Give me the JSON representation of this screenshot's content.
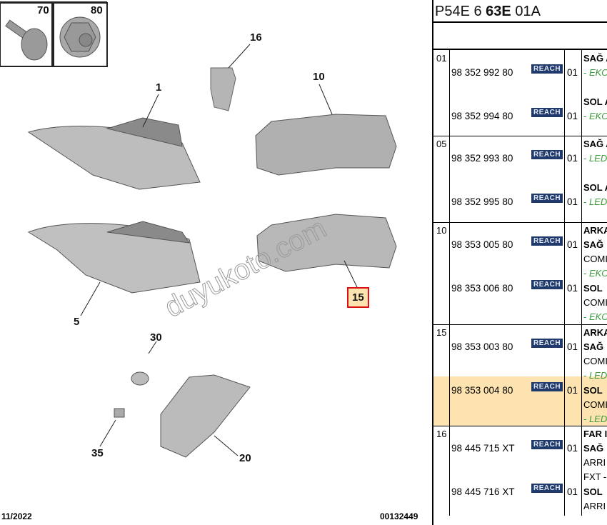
{
  "diagram": {
    "callouts": [
      "70",
      "80",
      "16",
      "1",
      "10",
      "5",
      "15",
      "30",
      "35",
      "20"
    ],
    "highlighted_callout": "15",
    "watermark": "duyukoto.com",
    "date": "11/2022",
    "ref_code": "00132449"
  },
  "panel": {
    "title_prefix": "P54E 6 ",
    "title_bold": "63E",
    "title_suffix": " 01A",
    "badge": "REACH",
    "groups": [
      {
        "ref": "01",
        "rows": [
          {
            "part": "98 352 992 80",
            "qty": "01",
            "lines": [
              {
                "t": "SAĞ A",
                "c": "b"
              },
              {
                "t": "- EKO",
                "c": "g"
              }
            ]
          },
          {
            "part": "98 352 994 80",
            "qty": "01",
            "lines": [
              {
                "t": "SOL A",
                "c": "b"
              },
              {
                "t": "- EKO",
                "c": "g"
              }
            ]
          }
        ]
      },
      {
        "ref": "05",
        "rows": [
          {
            "part": "98 352 993 80",
            "qty": "01",
            "lines": [
              {
                "t": "SAĞ A",
                "c": "b"
              },
              {
                "t": "- LED",
                "c": "g"
              }
            ]
          },
          {
            "part": "98 352 995 80",
            "qty": "01",
            "lines": [
              {
                "t": "SOL A",
                "c": "b"
              },
              {
                "t": "- LED",
                "c": "g"
              }
            ]
          }
        ]
      },
      {
        "ref": "10",
        "header": "ARKA",
        "rows": [
          {
            "part": "98 353 005 80",
            "qty": "01",
            "lines": [
              {
                "t": "SAĞ",
                "c": "b"
              },
              {
                "t": "COMI",
                "c": ""
              },
              {
                "t": "- EKO",
                "c": "g"
              }
            ]
          },
          {
            "part": "98 353 006 80",
            "qty": "01",
            "lines": [
              {
                "t": "SOL",
                "c": "b"
              },
              {
                "t": "COMI",
                "c": ""
              },
              {
                "t": "- EKO",
                "c": "g"
              }
            ]
          }
        ]
      },
      {
        "ref": "15",
        "header": "ARKA",
        "rows": [
          {
            "part": "98 353 003 80",
            "qty": "01",
            "lines": [
              {
                "t": "SAĞ",
                "c": "b"
              },
              {
                "t": "COMI",
                "c": ""
              },
              {
                "t": "- LED",
                "c": "g"
              }
            ]
          },
          {
            "part": "98 353 004 80",
            "qty": "01",
            "selected": true,
            "lines": [
              {
                "t": "SOL",
                "c": "b"
              },
              {
                "t": "COMI",
                "c": ""
              },
              {
                "t": "- LED",
                "c": "g"
              }
            ]
          }
        ]
      },
      {
        "ref": "16",
        "header": "FAR I",
        "rows": [
          {
            "part": "98 445 715 XT",
            "qty": "01",
            "lines": [
              {
                "t": "SAĞ",
                "c": "b"
              },
              {
                "t": "ARRI",
                "c": ""
              },
              {
                "t": "FXT -",
                "c": ""
              }
            ]
          },
          {
            "part": "98 445 716 XT",
            "qty": "01",
            "lines": [
              {
                "t": "SOL",
                "c": "b"
              },
              {
                "t": "ARRI",
                "c": ""
              }
            ]
          }
        ]
      }
    ]
  }
}
